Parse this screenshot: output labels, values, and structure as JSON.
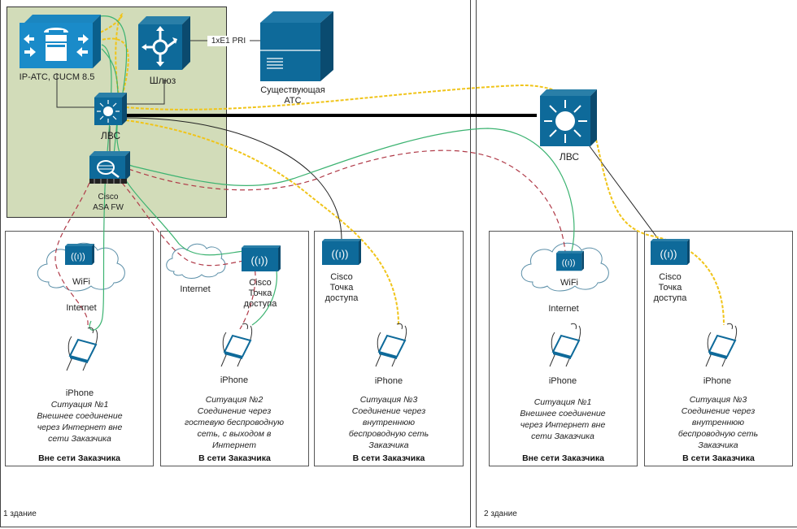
{
  "colors": {
    "cisco_blue": "#0e6a9a",
    "core_bg": "#d2dcb9",
    "line_yellow": "#f0c419",
    "line_green": "#3cb371",
    "line_red": "#b03a48",
    "line_black": "#000000"
  },
  "buildings": [
    {
      "label": "1 здание"
    },
    {
      "label": "2 здание"
    }
  ],
  "core": {
    "cucm_label": "IP-АТС, CUCM 8.5",
    "gateway_label": "Шлюз",
    "lan_label": "ЛВС",
    "asa_label_1": "Cisco",
    "asa_label_2": "ASA FW",
    "pri_label": "1xE1 PRI",
    "pbx_label_1": "Существующая",
    "pbx_label_2": "АТС"
  },
  "building2": {
    "lan_label": "ЛВС"
  },
  "zones": [
    {
      "cloud_label": "WiFi",
      "internet_label": "Internet",
      "phone_label": "iPhone",
      "situation": [
        "Ситуация №1",
        "Внешнее соединение",
        "через Интернет вне",
        "сети Заказчика"
      ],
      "zone_label": "Вне сети Заказчика"
    },
    {
      "internet_label": "Internet",
      "ap_label": [
        "Cisco",
        "Точка",
        "доступа"
      ],
      "phone_label": "iPhone",
      "situation": [
        "Ситуация №2",
        "Соединение через",
        "гостевую беспроводную",
        "сеть, с выходом в",
        "Интернет"
      ],
      "zone_label": "В сети Заказчика"
    },
    {
      "ap_label": [
        "Cisco",
        "Точка",
        "доступа"
      ],
      "phone_label": "iPhone",
      "situation": [
        "Ситуация №3",
        "Соединение через",
        "внутреннюю",
        "беспроводную сеть",
        "Заказчика"
      ],
      "zone_label": "В сети Заказчика"
    },
    {
      "cloud_label": "WiFi",
      "internet_label": "Internet",
      "phone_label": "iPhone",
      "situation": [
        "Ситуация №1",
        "Внешнее соединение",
        "через Интернет вне",
        "сети Заказчика"
      ],
      "zone_label": "Вне сети Заказчика"
    },
    {
      "ap_label": [
        "Cisco",
        "Точка",
        "доступа"
      ],
      "phone_label": "iPhone",
      "situation": [
        "Ситуация №3",
        "Соединение через",
        "внутреннюю",
        "беспроводную сеть",
        "Заказчика"
      ],
      "zone_label": "В сети Заказчика"
    }
  ]
}
